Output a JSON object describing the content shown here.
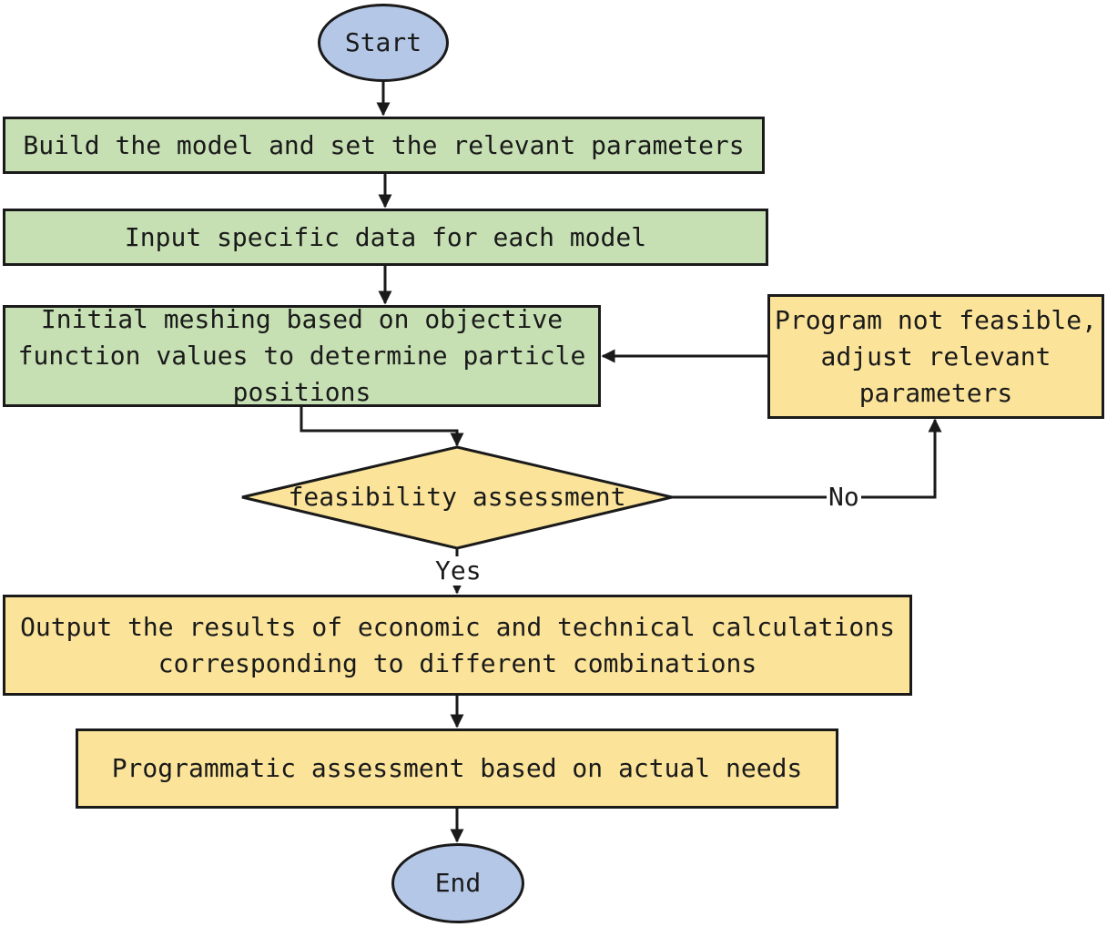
{
  "colors": {
    "oval_fill": "#b4c7e7",
    "green_fill": "#c6e0b4",
    "yellow_fill": "#fbe49a",
    "stroke": "#1a1a1a"
  },
  "nodes": {
    "start": "Start",
    "build_model": "Build the model and set the relevant parameters",
    "input_data": "Input specific data for each model",
    "initial_meshing": "Initial meshing based on objective\nfunction values to determine particle\npositions",
    "adjust": "Program not feasible,\nadjust relevant\nparameters",
    "decision": "feasibility assessment",
    "output_results": "Output the results of economic and technical calculations\ncorresponding to different combinations",
    "programmatic": "Programmatic assessment based on actual needs",
    "end": "End"
  },
  "edge_labels": {
    "no": "No",
    "yes": "Yes"
  }
}
